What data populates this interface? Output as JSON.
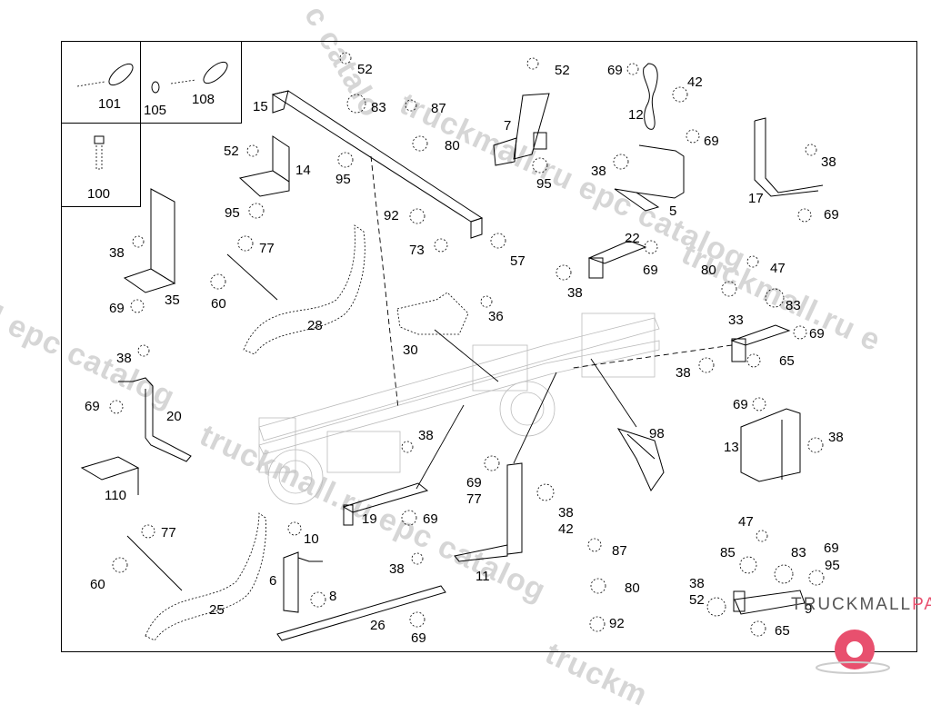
{
  "diagram": {
    "title": "Truck chassis brackets and mounting parts exploded view",
    "watermark_text": "truckmall.ru epc catalog",
    "logo": {
      "text_dark": "TRUCKMALL",
      "text_accent": "PARTS",
      "accent_color": "#e8506e",
      "icon": "gear-swirl-icon"
    },
    "inset_boxes": [
      {
        "id": "inset-101",
        "parts": [
          "101"
        ]
      },
      {
        "id": "inset-105-108",
        "parts": [
          "105",
          "108"
        ]
      },
      {
        "id": "inset-100",
        "parts": [
          "100"
        ]
      }
    ],
    "labels": [
      {
        "id": "l101",
        "text": "101"
      },
      {
        "id": "l105",
        "text": "105"
      },
      {
        "id": "l108",
        "text": "108"
      },
      {
        "id": "l100",
        "text": "100"
      },
      {
        "id": "l52a",
        "text": "52"
      },
      {
        "id": "l83a",
        "text": "83"
      },
      {
        "id": "l15",
        "text": "15"
      },
      {
        "id": "l87a",
        "text": "87"
      },
      {
        "id": "l80a",
        "text": "80"
      },
      {
        "id": "l52b",
        "text": "52"
      },
      {
        "id": "l14",
        "text": "14"
      },
      {
        "id": "l95a",
        "text": "95"
      },
      {
        "id": "l95b",
        "text": "95"
      },
      {
        "id": "l92a",
        "text": "92"
      },
      {
        "id": "l73",
        "text": "73"
      },
      {
        "id": "l57",
        "text": "57"
      },
      {
        "id": "l52c",
        "text": "52"
      },
      {
        "id": "l7",
        "text": "7"
      },
      {
        "id": "l95c",
        "text": "95"
      },
      {
        "id": "l69a",
        "text": "69"
      },
      {
        "id": "l42a",
        "text": "42"
      },
      {
        "id": "l12",
        "text": "12"
      },
      {
        "id": "l69b",
        "text": "69"
      },
      {
        "id": "l38a",
        "text": "38"
      },
      {
        "id": "l5",
        "text": "5"
      },
      {
        "id": "l17",
        "text": "17"
      },
      {
        "id": "l38b",
        "text": "38"
      },
      {
        "id": "l69c",
        "text": "69"
      },
      {
        "id": "l38c",
        "text": "38"
      },
      {
        "id": "l77a",
        "text": "77"
      },
      {
        "id": "l35",
        "text": "35"
      },
      {
        "id": "l69d",
        "text": "69"
      },
      {
        "id": "l60a",
        "text": "60"
      },
      {
        "id": "l28",
        "text": "28"
      },
      {
        "id": "l22",
        "text": "22"
      },
      {
        "id": "l69e",
        "text": "69"
      },
      {
        "id": "l38d",
        "text": "38"
      },
      {
        "id": "l80b",
        "text": "80"
      },
      {
        "id": "l47a",
        "text": "47"
      },
      {
        "id": "l83b",
        "text": "83"
      },
      {
        "id": "l36",
        "text": "36"
      },
      {
        "id": "l30",
        "text": "30"
      },
      {
        "id": "l33",
        "text": "33"
      },
      {
        "id": "l69f",
        "text": "69"
      },
      {
        "id": "l38e",
        "text": "38"
      },
      {
        "id": "l65a",
        "text": "65"
      },
      {
        "id": "l38f",
        "text": "38"
      },
      {
        "id": "l69g",
        "text": "69"
      },
      {
        "id": "l20",
        "text": "20"
      },
      {
        "id": "l110",
        "text": "110"
      },
      {
        "id": "l38g",
        "text": "38"
      },
      {
        "id": "l98",
        "text": "98"
      },
      {
        "id": "l69h",
        "text": "69"
      },
      {
        "id": "l13",
        "text": "13"
      },
      {
        "id": "l38h",
        "text": "38"
      },
      {
        "id": "l69i",
        "text": "69"
      },
      {
        "id": "l77b",
        "text": "77"
      },
      {
        "id": "l38i",
        "text": "38"
      },
      {
        "id": "l42b",
        "text": "42"
      },
      {
        "id": "l19",
        "text": "19"
      },
      {
        "id": "l69j",
        "text": "69"
      },
      {
        "id": "l77c",
        "text": "77"
      },
      {
        "id": "l60b",
        "text": "60"
      },
      {
        "id": "l10",
        "text": "10"
      },
      {
        "id": "l6",
        "text": "6"
      },
      {
        "id": "l8",
        "text": "8"
      },
      {
        "id": "l38j",
        "text": "38"
      },
      {
        "id": "l25",
        "text": "25"
      },
      {
        "id": "l26",
        "text": "26"
      },
      {
        "id": "l69k",
        "text": "69"
      },
      {
        "id": "l11",
        "text": "11"
      },
      {
        "id": "l87b",
        "text": "87"
      },
      {
        "id": "l80c",
        "text": "80"
      },
      {
        "id": "l92b",
        "text": "92"
      },
      {
        "id": "l47b",
        "text": "47"
      },
      {
        "id": "l85",
        "text": "85"
      },
      {
        "id": "l83c",
        "text": "83"
      },
      {
        "id": "l69l",
        "text": "69"
      },
      {
        "id": "l95d",
        "text": "95"
      },
      {
        "id": "l38k",
        "text": "38"
      },
      {
        "id": "l52d",
        "text": "52"
      },
      {
        "id": "l9",
        "text": "9"
      },
      {
        "id": "l65b",
        "text": "65"
      }
    ]
  }
}
